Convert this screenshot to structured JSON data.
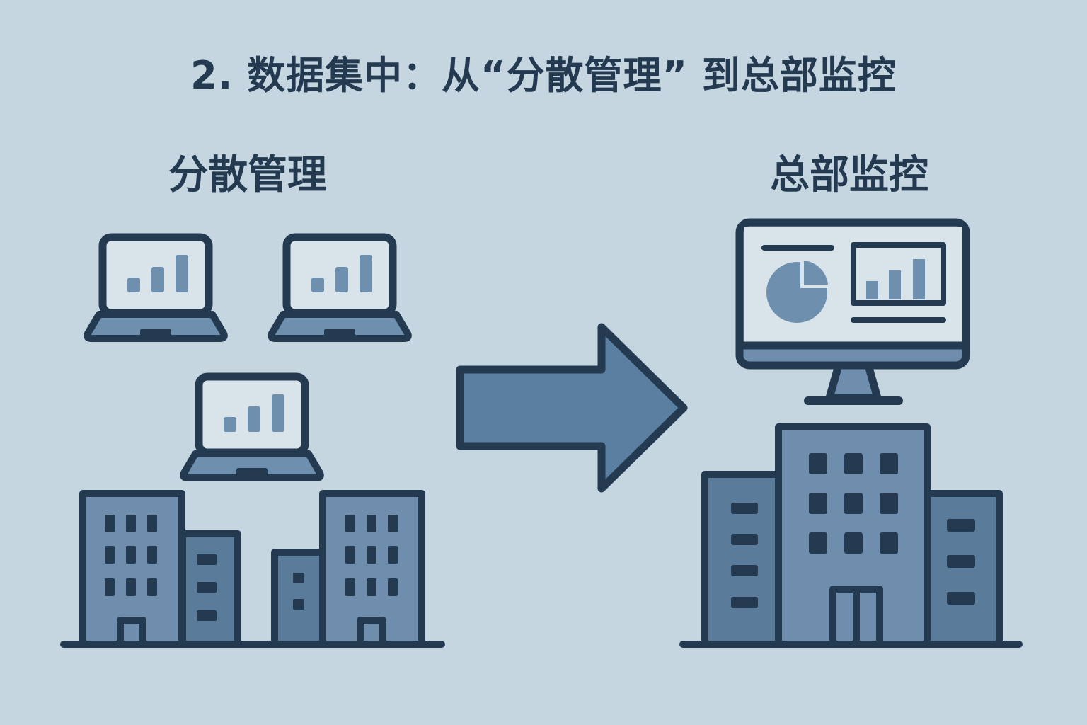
{
  "title": "2. 数据集中：从“分散管理” 到总部监控",
  "left_label": "分散管理",
  "right_label": "总部监控",
  "colors": {
    "background": "#c6d6e1",
    "outline": "#233a50",
    "fill_mid": "#6f8ead",
    "fill_dark": "#5b7b9a",
    "screen": "#d8e3ea",
    "arrow": "#5a7fa0"
  },
  "icons": [
    "laptop-icon",
    "laptop-icon",
    "laptop-icon",
    "office-buildings-icon",
    "arrow-right-icon",
    "monitor-dashboard-icon",
    "headquarters-building-icon"
  ]
}
